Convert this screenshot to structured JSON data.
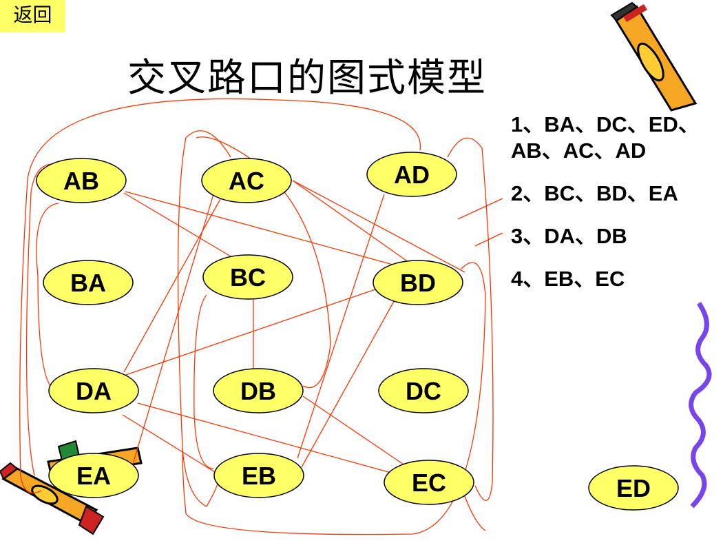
{
  "nav": {
    "back_label": "返回"
  },
  "title": "交叉路口的图式模型",
  "nodes": [
    {
      "id": "AB",
      "label": "AB"
    },
    {
      "id": "AC",
      "label": "AC"
    },
    {
      "id": "AD",
      "label": "AD"
    },
    {
      "id": "BA",
      "label": "BA"
    },
    {
      "id": "BC",
      "label": "BC"
    },
    {
      "id": "BD",
      "label": "BD"
    },
    {
      "id": "DA",
      "label": "DA"
    },
    {
      "id": "DB",
      "label": "DB"
    },
    {
      "id": "DC",
      "label": "DC"
    },
    {
      "id": "EA",
      "label": "EA"
    },
    {
      "id": "EB",
      "label": "EB"
    },
    {
      "id": "EC",
      "label": "EC"
    },
    {
      "id": "ED",
      "label": "ED"
    }
  ],
  "edges": [
    [
      "AB",
      "BC"
    ],
    [
      "AB",
      "BD"
    ],
    [
      "AC",
      "DA"
    ],
    [
      "AC",
      "EA"
    ],
    [
      "AC",
      "EC"
    ],
    [
      "AD",
      "EB"
    ],
    [
      "BD",
      "DA"
    ],
    [
      "BD",
      "EB"
    ],
    [
      "BC",
      "DB"
    ],
    [
      "DA",
      "EB"
    ],
    [
      "DA",
      "EC"
    ],
    [
      "DB",
      "EC"
    ],
    [
      "AB",
      "DA"
    ],
    [
      "AD",
      "EA"
    ],
    [
      "AC",
      "EB"
    ],
    [
      "BC",
      "EB"
    ],
    [
      "AD",
      "EC"
    ],
    [
      "BD",
      "DB"
    ],
    [
      "AB",
      "EA"
    ]
  ],
  "groups": [
    {
      "label": "1、BA、DC、ED、AB、AC、AD"
    },
    {
      "label": "2、BC、BD、EA"
    },
    {
      "label": "3、DA、DB"
    },
    {
      "label": "4、EB、EC"
    }
  ],
  "colors": {
    "node_fill": "#ffff66",
    "node_stroke": "#000000",
    "edge": "#ff3300",
    "back_bg": "#ffff66",
    "squiggle": "#7744ee"
  },
  "decorations": [
    "pencil-icon",
    "crayon-icon",
    "squiggle-line"
  ]
}
